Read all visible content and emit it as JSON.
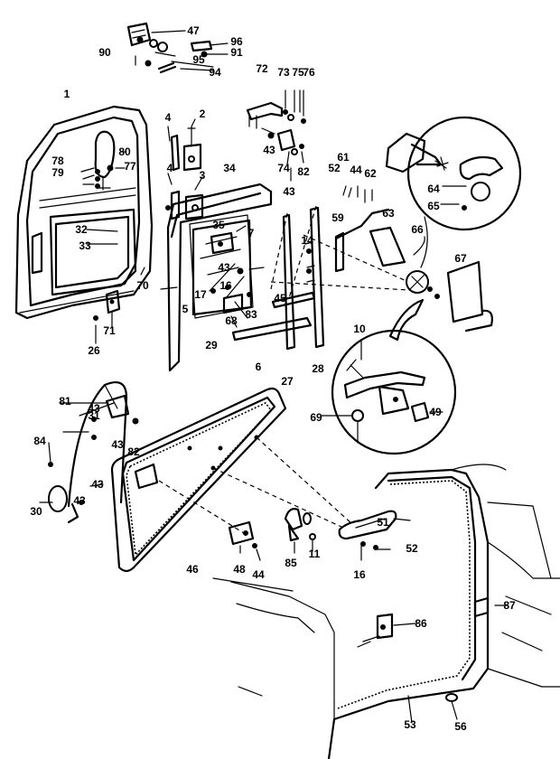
{
  "callouts": [
    "1",
    "2",
    "3",
    "4",
    "4",
    "5",
    "6",
    "7",
    "10",
    "11",
    "14",
    "16",
    "16",
    "17",
    "26",
    "27",
    "28",
    "29",
    "30",
    "31",
    "32",
    "33",
    "34",
    "35",
    "43",
    "43",
    "43",
    "43",
    "43",
    "43",
    "43",
    "44",
    "44",
    "45",
    "46",
    "48",
    "49",
    "51",
    "52",
    "52",
    "53",
    "56",
    "59",
    "61",
    "62",
    "63",
    "64",
    "65",
    "66",
    "67",
    "68",
    "69",
    "70",
    "71",
    "72",
    "73",
    "75",
    "76",
    "74",
    "77",
    "78",
    "79",
    "80",
    "81",
    "82",
    "82",
    "83",
    "84",
    "85",
    "86",
    "87",
    "90",
    "91",
    "94",
    "95",
    "96",
    "47"
  ]
}
